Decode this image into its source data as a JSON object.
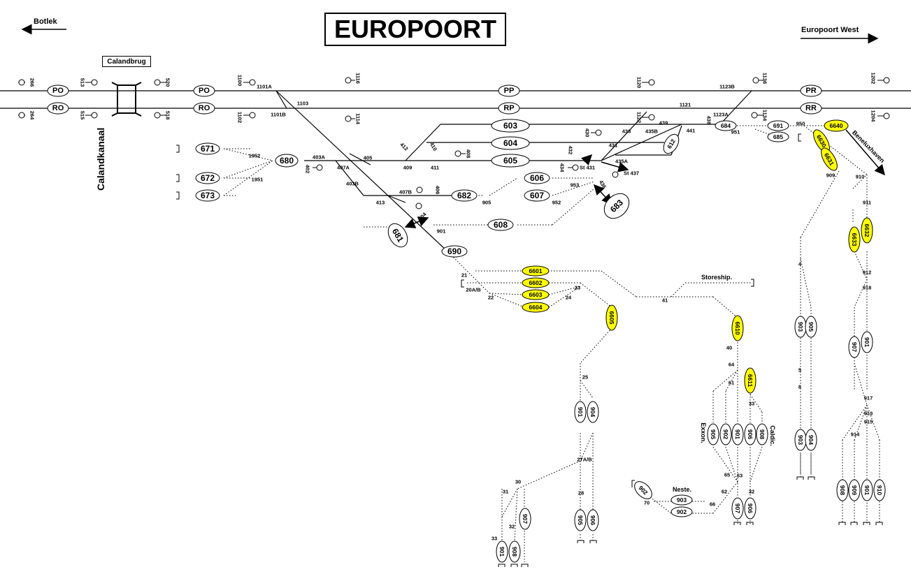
{
  "title": "EUROPOORT",
  "directions": {
    "left": "Botlek",
    "right": "Europoort West"
  },
  "labels": {
    "bridge": "Calandbrug",
    "canal": "Calandkanaal",
    "beneluxhaven": "Beneluxhaven",
    "storeship": "Storeship.",
    "exxon": "Exxon.",
    "caldic": "Caldic.",
    "neste": "Neste."
  },
  "main_tracks": {
    "upper": [
      "PO",
      "PO",
      "PP",
      "PR"
    ],
    "lower": [
      "RO",
      "RO",
      "RP",
      "RR"
    ]
  },
  "ovals": [
    {
      "id": "o671",
      "label": "671",
      "yellow": false
    },
    {
      "id": "o672",
      "label": "672",
      "yellow": false
    },
    {
      "id": "o673",
      "label": "673",
      "yellow": false
    },
    {
      "id": "o680",
      "label": "680",
      "yellow": false
    },
    {
      "id": "o603",
      "label": "603",
      "yellow": false
    },
    {
      "id": "o604",
      "label": "604",
      "yellow": false
    },
    {
      "id": "o605",
      "label": "605",
      "yellow": false
    },
    {
      "id": "o606",
      "label": "606",
      "yellow": false
    },
    {
      "id": "o607",
      "label": "607",
      "yellow": false
    },
    {
      "id": "o608",
      "label": "608",
      "yellow": false
    },
    {
      "id": "o682",
      "label": "682",
      "yellow": false
    },
    {
      "id": "o681",
      "label": "681",
      "yellow": false
    },
    {
      "id": "o683",
      "label": "683",
      "yellow": false
    },
    {
      "id": "o690",
      "label": "690",
      "yellow": false
    },
    {
      "id": "o612",
      "label": "612",
      "yellow": false
    },
    {
      "id": "o684",
      "label": "684",
      "yellow": false
    },
    {
      "id": "o691",
      "label": "691",
      "yellow": false
    },
    {
      "id": "o685",
      "label": "685",
      "yellow": false
    },
    {
      "id": "o6640",
      "label": "6640",
      "yellow": true
    },
    {
      "id": "o6630",
      "label": "6630",
      "yellow": true
    },
    {
      "id": "o6631",
      "label": "6631",
      "yellow": true
    },
    {
      "id": "o6632",
      "label": "6632",
      "yellow": true
    },
    {
      "id": "o6633",
      "label": "6633",
      "yellow": true
    },
    {
      "id": "o6601",
      "label": "6601",
      "yellow": true
    },
    {
      "id": "o6602",
      "label": "6602",
      "yellow": true
    },
    {
      "id": "o6603",
      "label": "6603",
      "yellow": true
    },
    {
      "id": "o6604",
      "label": "6604",
      "yellow": true
    },
    {
      "id": "o6605",
      "label": "6605",
      "yellow": true
    },
    {
      "id": "o6610",
      "label": "6610",
      "yellow": true
    },
    {
      "id": "o6611",
      "label": "6611",
      "yellow": true
    },
    {
      "id": "o901a",
      "label": "901",
      "yellow": false
    },
    {
      "id": "o904a",
      "label": "904",
      "yellow": false
    },
    {
      "id": "o905a",
      "label": "905",
      "yellow": false
    },
    {
      "id": "o906a",
      "label": "906",
      "yellow": false
    },
    {
      "id": "o907a",
      "label": "907",
      "yellow": false
    },
    {
      "id": "o901b",
      "label": "901",
      "yellow": false
    },
    {
      "id": "o908a",
      "label": "908",
      "yellow": false
    },
    {
      "id": "o905b",
      "label": "905",
      "yellow": false
    },
    {
      "id": "o902a",
      "label": "902",
      "yellow": false
    },
    {
      "id": "o901c",
      "label": "901",
      "yellow": false
    },
    {
      "id": "o906b",
      "label": "906",
      "yellow": false
    },
    {
      "id": "o908b",
      "label": "908",
      "yellow": false
    },
    {
      "id": "o907b",
      "label": "907",
      "yellow": false
    },
    {
      "id": "o906c",
      "label": "906",
      "yellow": false
    },
    {
      "id": "o902b",
      "label": "902",
      "yellow": false
    },
    {
      "id": "o903a",
      "label": "903",
      "yellow": false
    },
    {
      "id": "o902c",
      "label": "902",
      "yellow": false
    },
    {
      "id": "o903b",
      "label": "903",
      "yellow": false
    },
    {
      "id": "o905c",
      "label": "905",
      "yellow": false
    },
    {
      "id": "o903c",
      "label": "903",
      "yellow": false
    },
    {
      "id": "o904b",
      "label": "904",
      "yellow": false
    },
    {
      "id": "o907c",
      "label": "907",
      "yellow": false
    },
    {
      "id": "o901d",
      "label": "901",
      "yellow": false
    },
    {
      "id": "o908c",
      "label": "908",
      "yellow": false
    },
    {
      "id": "o909a",
      "label": "909",
      "yellow": false
    },
    {
      "id": "o901e",
      "label": "901",
      "yellow": false
    },
    {
      "id": "o910a",
      "label": "910",
      "yellow": false
    }
  ],
  "numbers": [
    "266",
    "264",
    "513",
    "515",
    "520",
    "518",
    "1100",
    "1102",
    "1101A",
    "1101B",
    "1103",
    "1116",
    "1114",
    "1120",
    "1122",
    "1123B",
    "1123A",
    "1121",
    "1136",
    "1134",
    "1202",
    "1204",
    "1952",
    "1951",
    "403A",
    "402",
    "405",
    "407A",
    "403B",
    "409",
    "411",
    "412",
    "410",
    "408",
    "407B",
    "406",
    "413",
    "404",
    "905",
    "952",
    "953",
    "901",
    "430",
    "432",
    "434",
    "433",
    "431",
    "435B",
    "435A",
    "439",
    "441",
    "438",
    "950",
    "951",
    "910",
    "909",
    "911",
    "912",
    "918",
    "St 431",
    "St 437",
    "436",
    "21",
    "20A/B",
    "22",
    "23",
    "24",
    "41",
    "25",
    "27A/B",
    "30",
    "31",
    "32",
    "33",
    "28",
    "40",
    "64",
    "61",
    "33",
    "65",
    "63",
    "62",
    "32",
    "66",
    "70",
    "4",
    "5",
    "8",
    "917",
    "913",
    "915",
    "914"
  ]
}
